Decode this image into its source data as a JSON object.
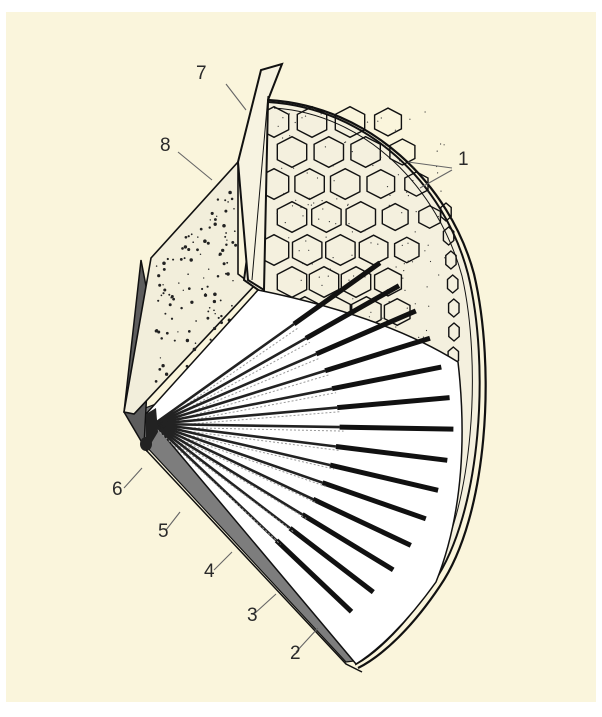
{
  "diagram": {
    "panel_color": "#faf5dc",
    "labels": [
      {
        "id": "1",
        "text": "1"
      },
      {
        "id": "2",
        "text": "2"
      },
      {
        "id": "3",
        "text": "3"
      },
      {
        "id": "4",
        "text": "4"
      },
      {
        "id": "5",
        "text": "5"
      },
      {
        "id": "6",
        "text": "6"
      },
      {
        "id": "7",
        "text": "7"
      },
      {
        "id": "8",
        "text": "8"
      }
    ]
  }
}
